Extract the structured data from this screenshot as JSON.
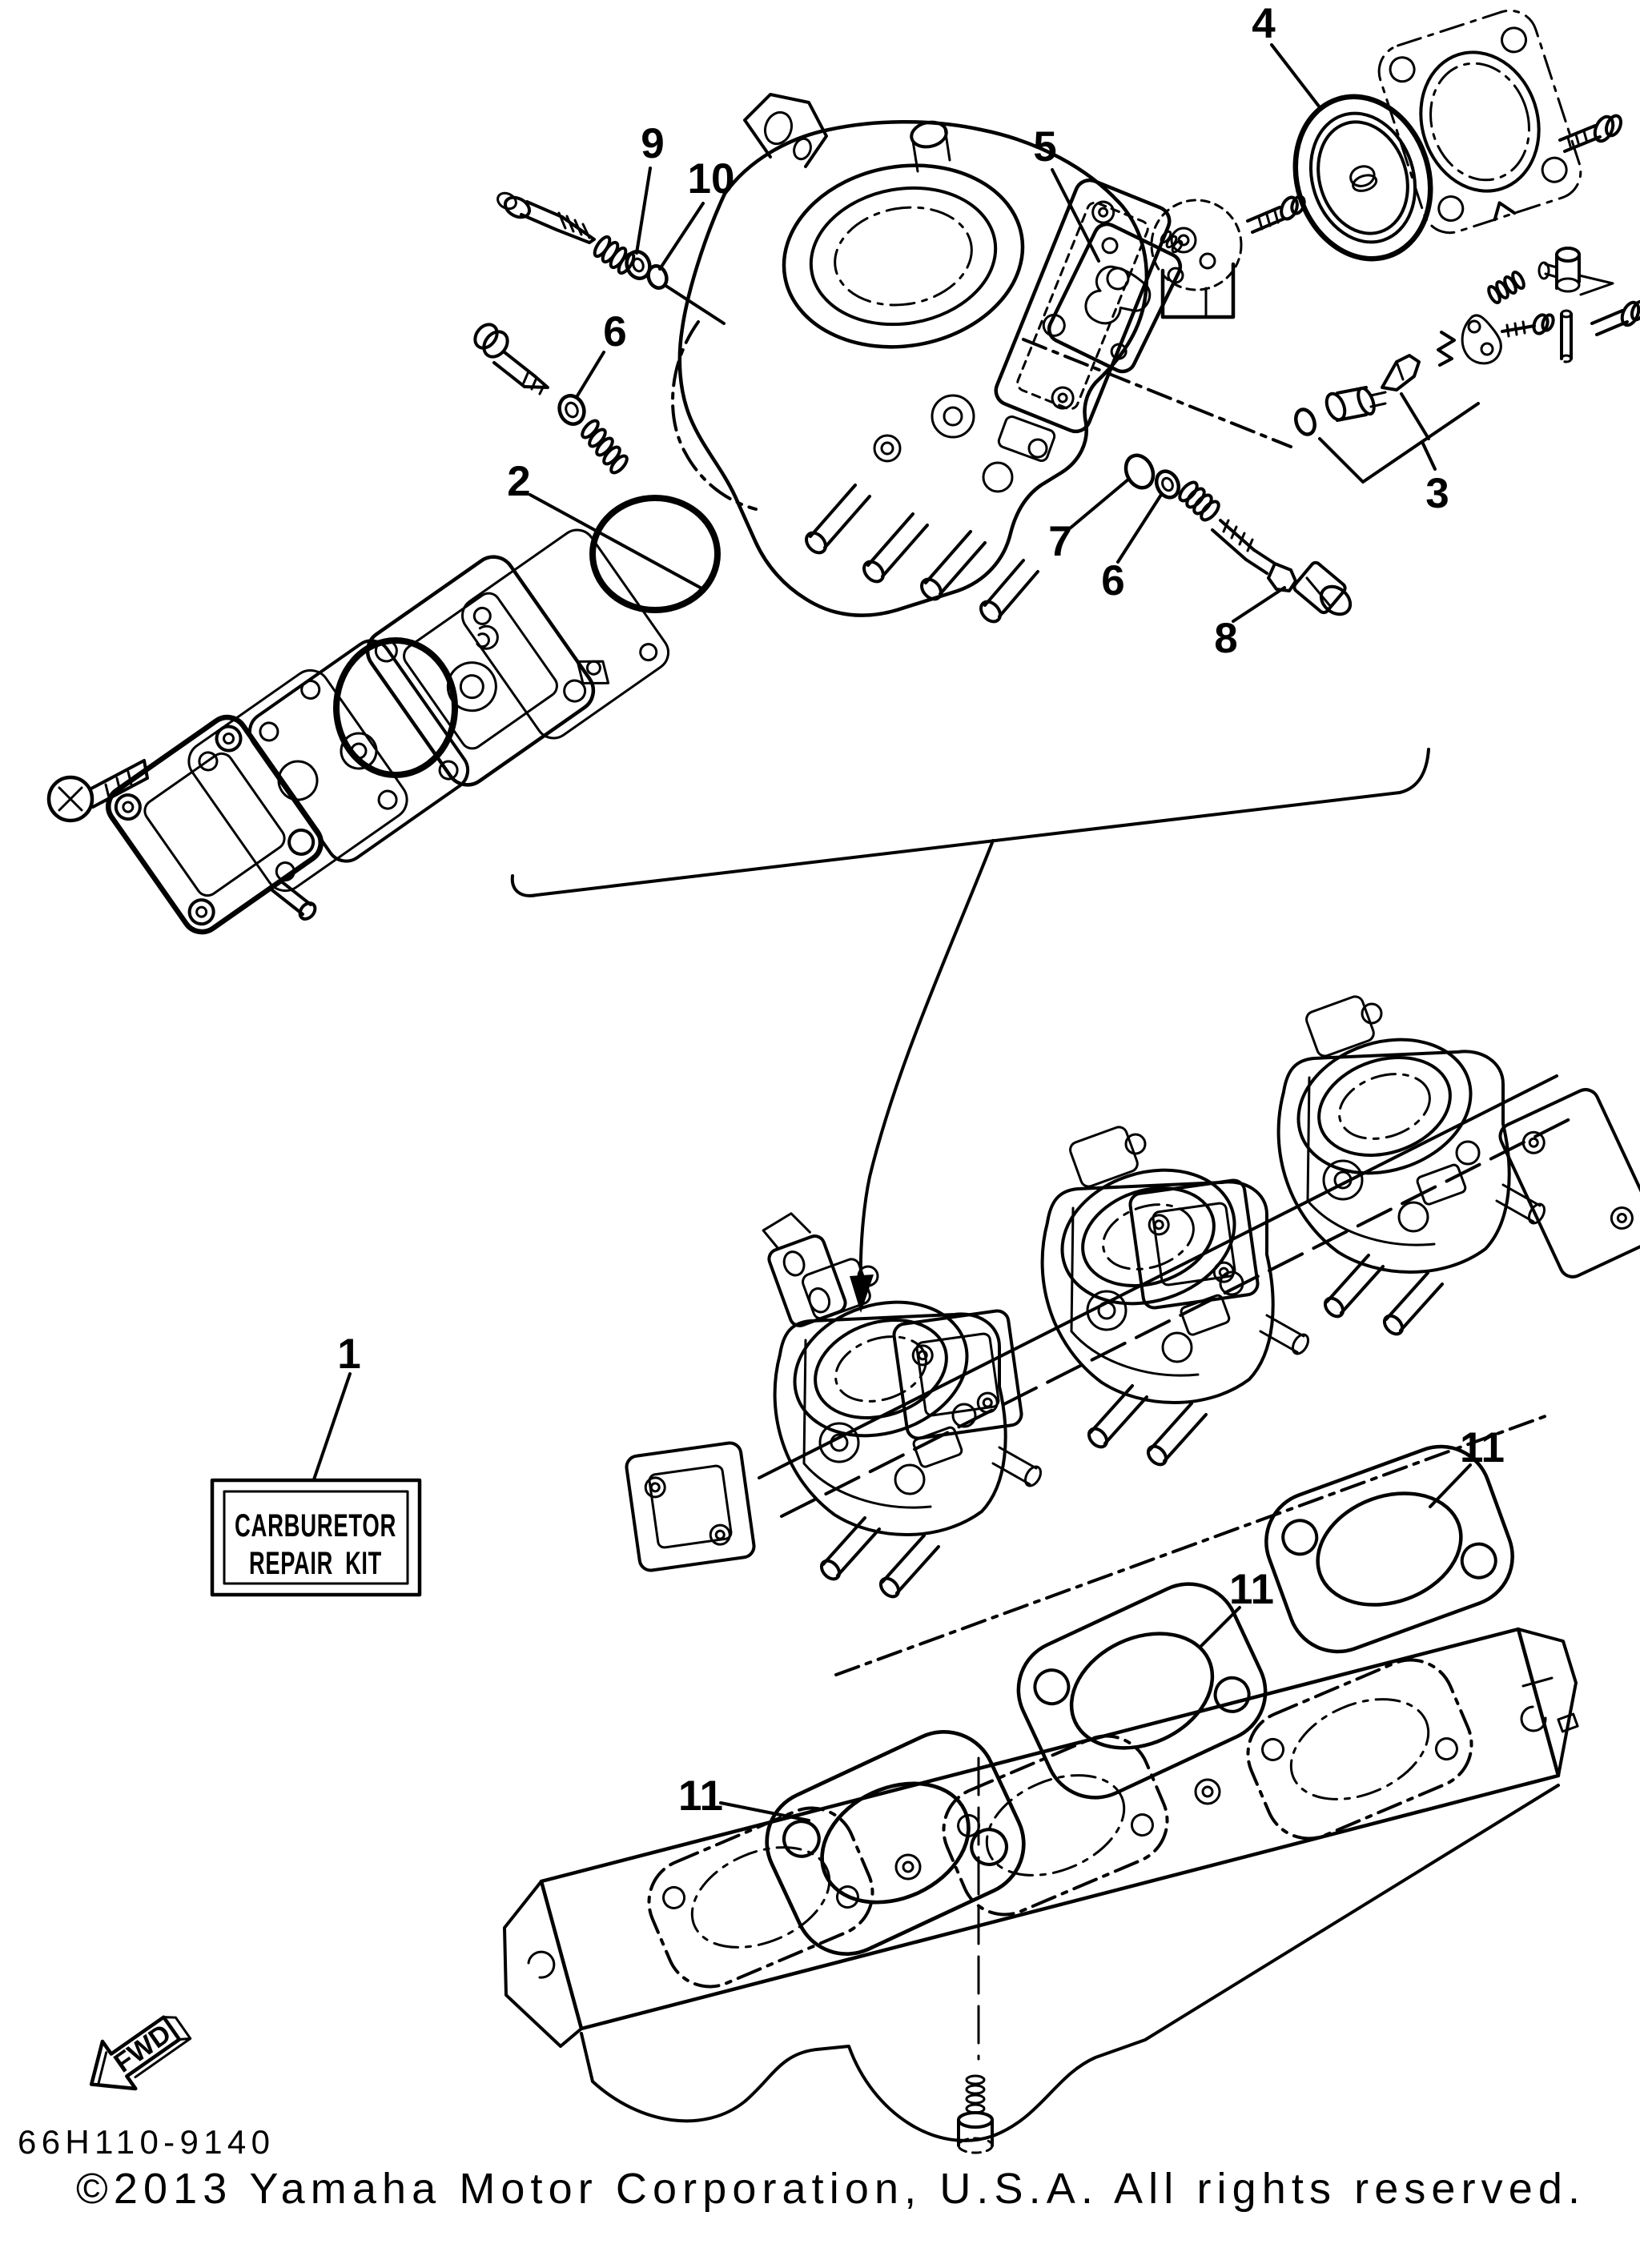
{
  "colors": {
    "ink": "#000000",
    "paper": "#ffffff"
  },
  "callouts": {
    "kit": "1",
    "diaphragm_oval": "2",
    "needle_set": "3",
    "pump_diaphragm": "4",
    "pump_gasket": "5",
    "washer_left": "6",
    "washer_mid": "6",
    "oring_mid": "7",
    "needle_screw": "8",
    "throttle_screw": "9",
    "oring_top": "10",
    "gasket_right": "11",
    "gasket_middle": "11",
    "gasket_left": "11"
  },
  "kit_box": {
    "line1": "CARBURETOR",
    "line2": "REPAIR KIT"
  },
  "fwd": "FWD",
  "footer": {
    "part_number": "66H110-9140",
    "copyright": "©2013 Yamaha Motor Corporation, U.S.A. All rights reserved."
  }
}
